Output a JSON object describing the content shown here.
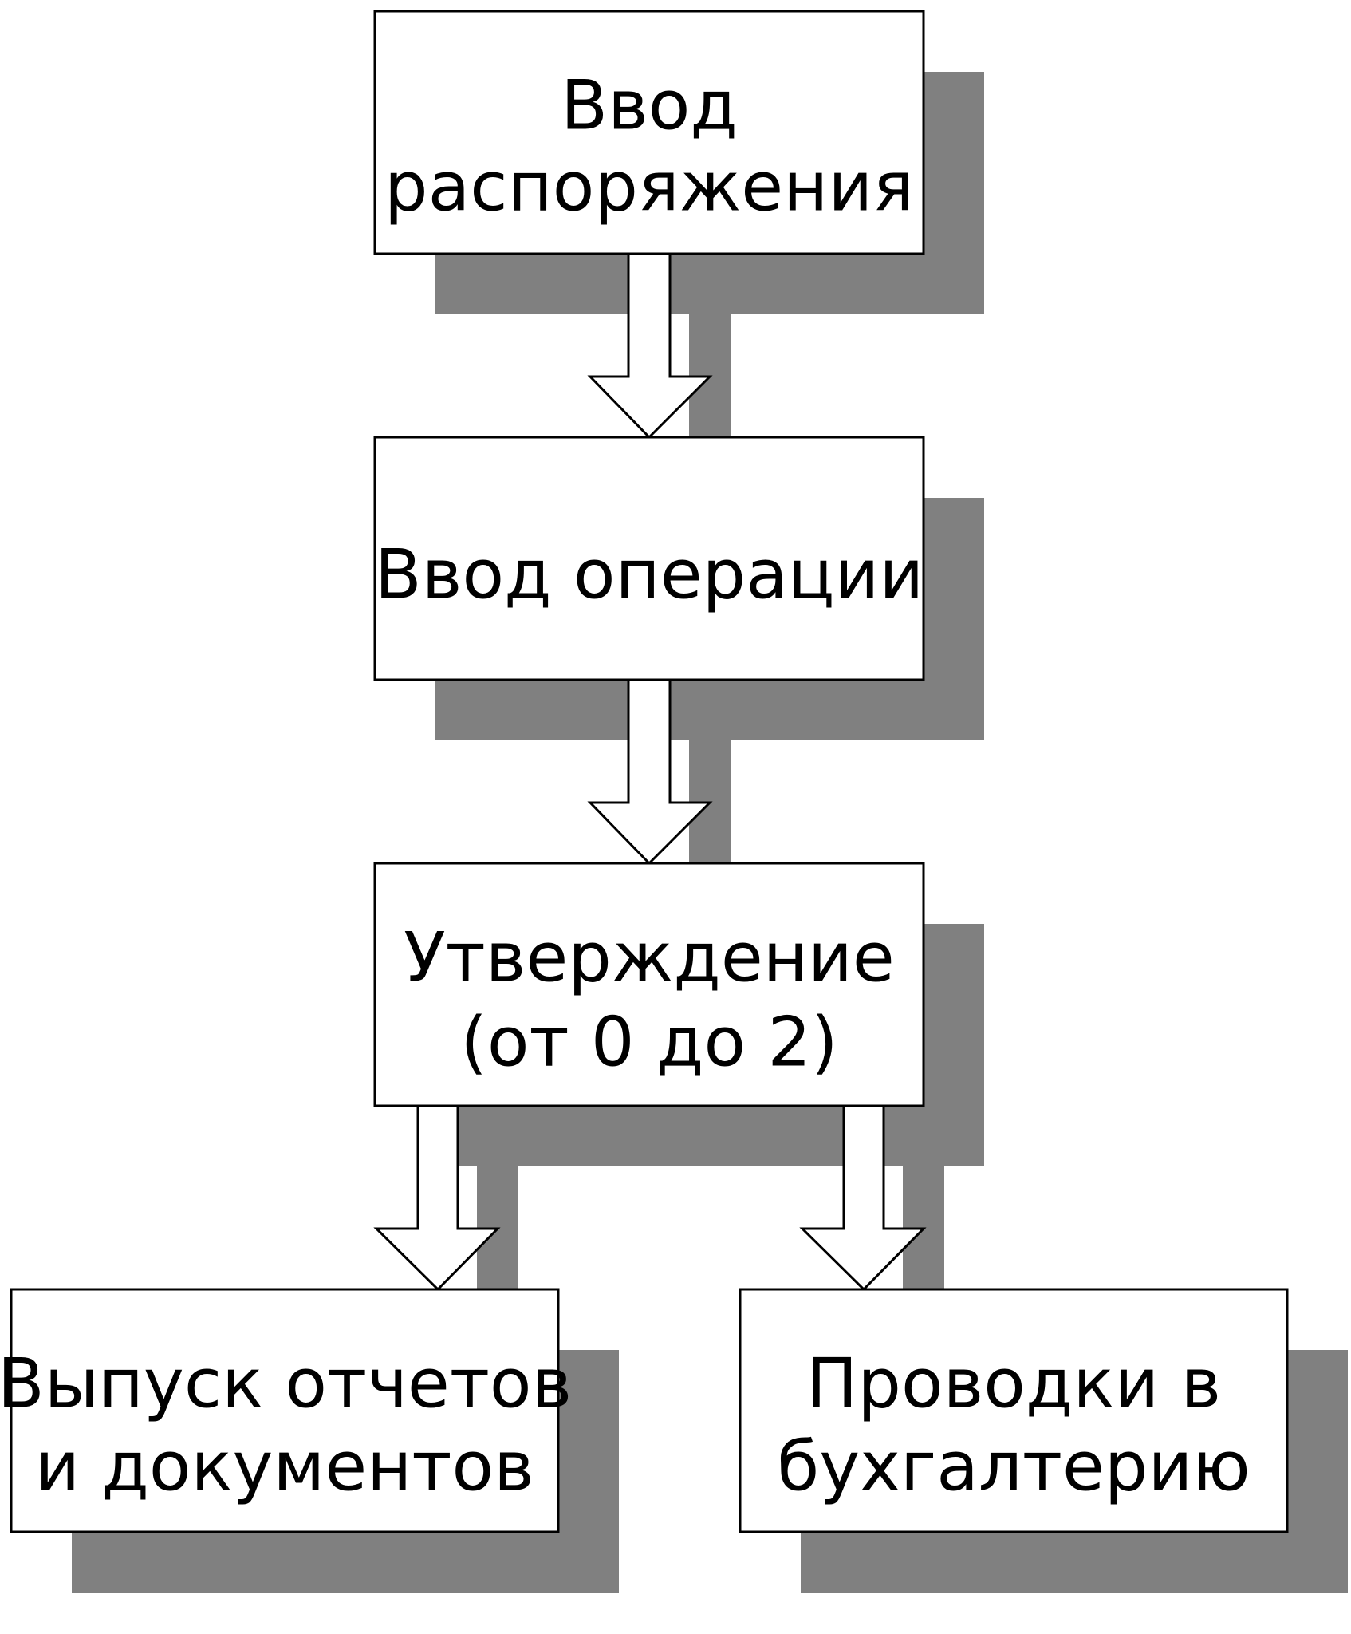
{
  "diagram": {
    "colors": {
      "box_fill": "#ffffff",
      "box_stroke": "#000000",
      "shadow": "#808080",
      "arrow_fill": "#ffffff",
      "text": "#000000"
    },
    "nodes": [
      {
        "id": "input-order",
        "lines": [
          "Ввод",
          "распоряжения"
        ]
      },
      {
        "id": "input-operation",
        "lines": [
          "Ввод операции"
        ]
      },
      {
        "id": "approval",
        "lines": [
          "Утверждение",
          "(от 0 до 2)"
        ]
      },
      {
        "id": "reports",
        "lines": [
          "Выпуск отчетов",
          "и документов"
        ]
      },
      {
        "id": "postings",
        "lines": [
          "Проводки в",
          "бухгалтерию"
        ]
      }
    ],
    "edges": [
      {
        "from": "input-order",
        "to": "input-operation"
      },
      {
        "from": "input-operation",
        "to": "approval"
      },
      {
        "from": "approval",
        "to": "reports"
      },
      {
        "from": "approval",
        "to": "postings"
      }
    ]
  }
}
